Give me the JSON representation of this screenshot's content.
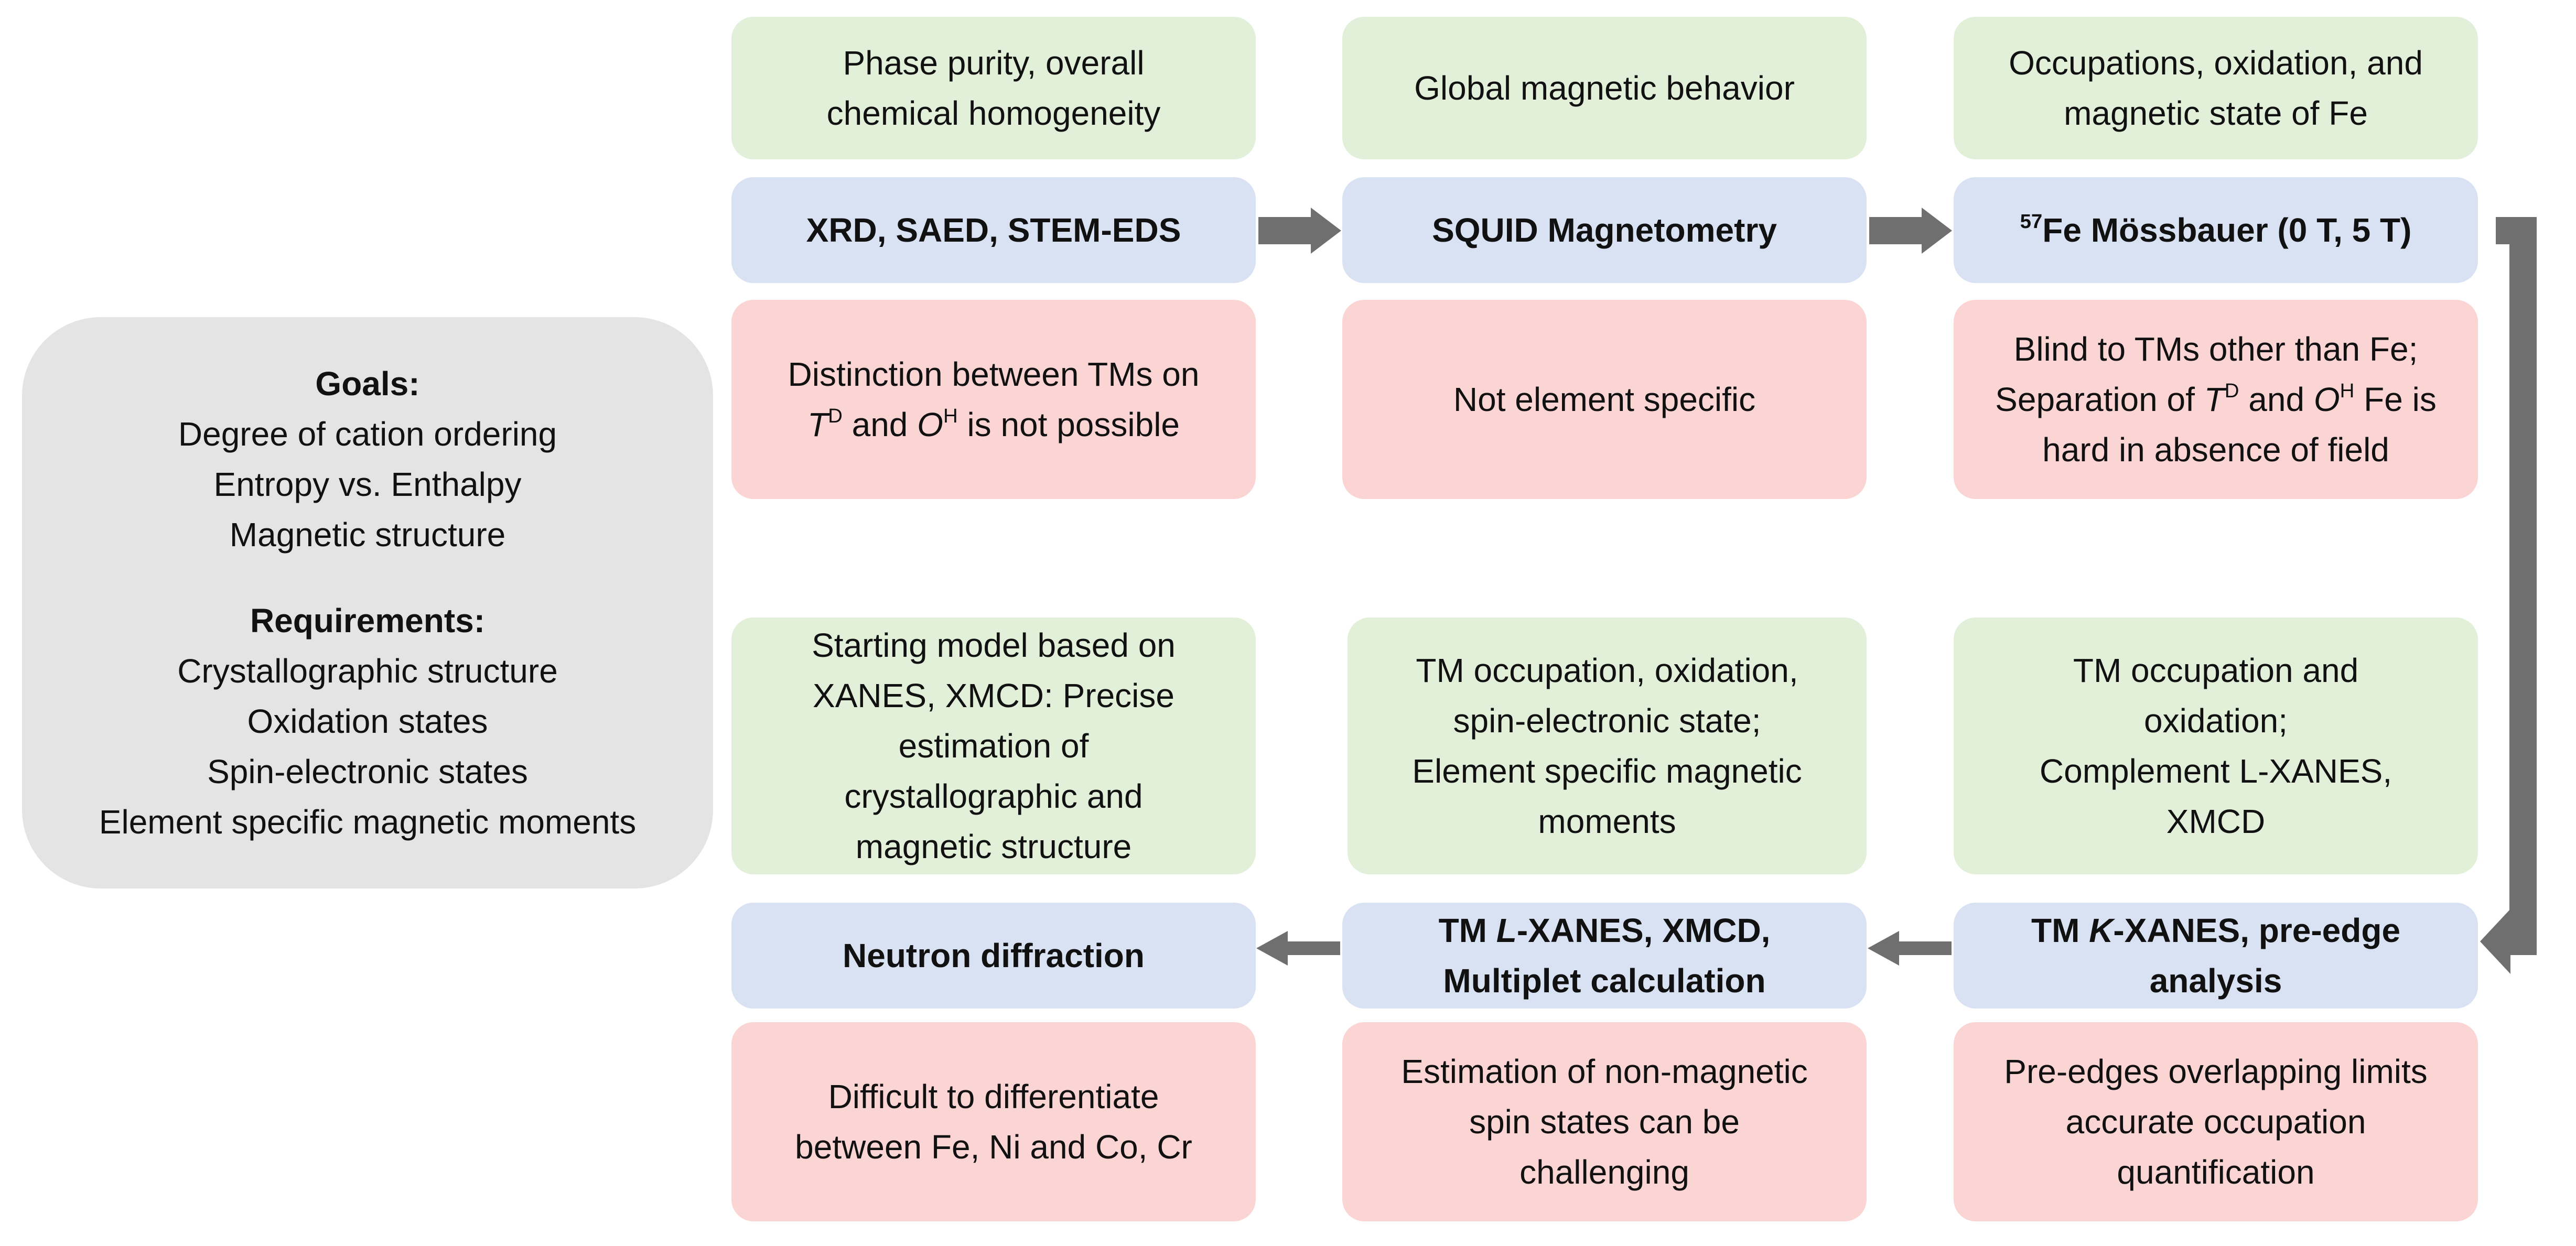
{
  "goals_panel": {
    "goals_title": "Goals:",
    "goals": [
      "Degree of cation ordering",
      "Entropy vs. Enthalpy",
      "Magnetic structure"
    ],
    "requirements_title": "Requirements:",
    "requirements": [
      "Crystallographic structure",
      "Oxidation states",
      "Spin-electronic states",
      "Element specific magnetic moments"
    ]
  },
  "top_row": {
    "col1": {
      "green": [
        "Phase purity, overall",
        "chemical homogeneity"
      ],
      "blue": "XRD, SAED, STEM-EDS",
      "red": {
        "line1": "Distinction between TMs on",
        "td": "T",
        "td_sup": "D",
        "and": " and ",
        "oh": "O",
        "oh_sup": "H",
        "rest": " is not possible"
      }
    },
    "col2": {
      "green": [
        "Global magnetic behavior"
      ],
      "blue": "SQUID Magnetometry",
      "red": "Not element specific"
    },
    "col3": {
      "green": [
        "Occupations, oxidation, and",
        "magnetic state of Fe"
      ],
      "blue": {
        "sup": "57",
        "text": "Fe  Mössbauer (0 T, 5 T)"
      },
      "red": {
        "line1": "Blind to TMs other than Fe;",
        "pre": "Separation of ",
        "td": "T",
        "td_sup": "D",
        "and": " and ",
        "oh": "O",
        "oh_sup": "H",
        "post": " Fe is",
        "line3": "hard in absence of field"
      }
    }
  },
  "bottom_row": {
    "col1": {
      "green": [
        "Starting model based on",
        "XANES, XMCD: Precise",
        "estimation of",
        "crystallographic and",
        "magnetic structure"
      ],
      "blue": "Neutron diffraction",
      "red": [
        "Difficult to differentiate",
        "between Fe, Ni and Co, Cr"
      ]
    },
    "col2": {
      "green": [
        "TM occupation, oxidation,",
        "spin-electronic state;",
        "Element specific magnetic",
        "moments"
      ],
      "blue": {
        "pre": "TM ",
        "ital": "L",
        "post": "-XANES, XMCD,",
        "line2": "Multiplet calculation"
      },
      "red": [
        "Estimation of non-magnetic",
        "spin states can be",
        "challenging"
      ]
    },
    "col3": {
      "green": [
        "TM occupation and",
        "oxidation;",
        "Complement L-XANES,",
        "XMCD"
      ],
      "blue": {
        "pre": "TM ",
        "ital": "K",
        "post": "-XANES, pre-edge",
        "line2": "analysis"
      },
      "red": [
        "Pre-edges overlapping limits",
        "accurate occupation",
        "quantification"
      ]
    }
  },
  "colors": {
    "green_box": "#e2efd9",
    "blue_box": "#d9e2f3",
    "red_box": "#fbd4d4",
    "gray_panel": "#e4e4e4",
    "arrow": "#6f6f6f"
  }
}
